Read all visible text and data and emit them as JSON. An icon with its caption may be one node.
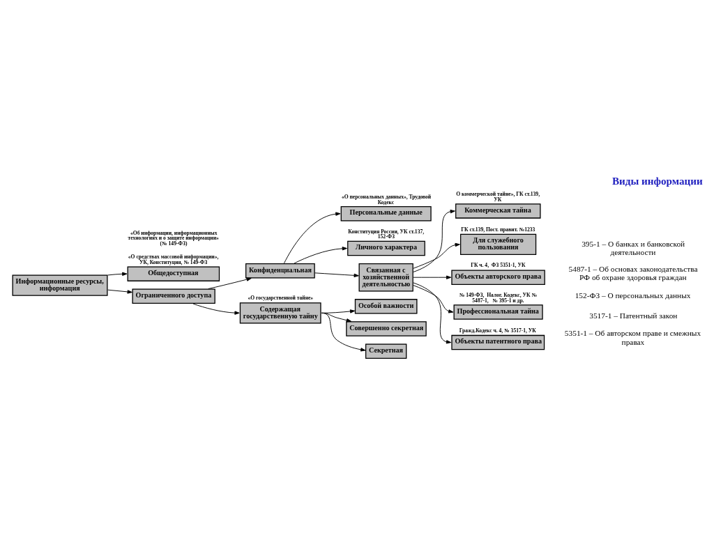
{
  "diagram": {
    "title": "Виды информации",
    "nodes": [
      {
        "text": [
          "Информационные ресурсы, информация"
        ]
      },
      {
        "text": [
          "Общедоступная"
        ],
        "beside": [
          "«О средствах массовой информации», УК, Конституция, № 149-ФЗ"
        ]
      },
      {
        "text": [
          "Ограниченного доступа"
        ]
      },
      {
        "text": [
          "Конфиденциальная"
        ]
      },
      {
        "text": [
          "Содержащая государственную тайну"
        ],
        "beside": [
          "«О государственной тайне»"
        ]
      },
      {
        "text": [
          "Персональные данные"
        ],
        "beside": [
          "«О персональных данных», Трудовой Кодекс"
        ]
      },
      {
        "text": [
          "Личного характера"
        ],
        "beside": [
          "Конституция России, УК ст.137, 152-ФЗ"
        ]
      },
      {
        "text": [
          "Особой важности"
        ]
      },
      {
        "text": [
          "Связанная с хозяйственной деятельностью"
        ]
      },
      {
        "text": [
          "Совершенно секретная"
        ]
      },
      {
        "text": [
          "Секретная"
        ]
      },
      {
        "text": [
          "Коммерческая тайна"
        ],
        "beside": [
          "О коммерческой тайне», ГК ст.139, УК"
        ]
      },
      {
        "text": [
          "Для служебного пользования"
        ],
        "beside": [
          "ГК ст.139, Пост. правит. №1233"
        ]
      },
      {
        "text": [
          "Объекты авторского права"
        ],
        "beside": [
          "ГК ч. 4,  ФЗ 5351-1, УК"
        ]
      },
      {
        "text": [
          "Профессиональная тайна"
        ],
        "beside": [
          "№ 149-ФЗ,  Налог. Кодекс, УК № 5487-1,   № 395-1 и др."
        ]
      },
      {
        "text": [
          "Объекты патентного права"
        ],
        "beside": [
          "Гражд.Кодекс ч. 4, № 3517-1, УК"
        ]
      }
    ],
    "edges": [
      {
        "from": 0,
        "to": 1,
        "arrow": "to"
      },
      {
        "from": 0,
        "to": 2,
        "arrow": "to"
      },
      {
        "from": 2,
        "to": 3,
        "arrow": "to"
      },
      {
        "from": 2,
        "to": 4,
        "arrow": "to"
      },
      {
        "from": 3,
        "to": 5,
        "arrow": "to"
      },
      {
        "from": 3,
        "to": 6,
        "arrow": "to"
      },
      {
        "from": 3,
        "to": 8,
        "arrow": "to"
      },
      {
        "from": 4,
        "to": 7,
        "arrow": "to"
      },
      {
        "from": 4,
        "to": 9,
        "arrow": "to"
      },
      {
        "from": 4,
        "to": 10,
        "arrow": "to"
      },
      {
        "from": 8,
        "to": 11,
        "arrow": "to"
      },
      {
        "from": 8,
        "to": 12,
        "arrow": "to"
      },
      {
        "from": 8,
        "to": 13,
        "arrow": "to"
      },
      {
        "from": 8,
        "to": 14,
        "arrow": "to"
      },
      {
        "from": 8,
        "to": 15,
        "arrow": "to"
      }
    ],
    "labels": [
      "«Об информации, информационных технологиях и о защите информации» (№ 149-ФЗ)",
      "5351-1 – Об авторском праве и смежных правах",
      "3517-1 – Патентный закон",
      "152-ФЗ – О персональных данных",
      "5487-1 – Об основах законодательства РФ об охране здоровья граждан",
      "395-1 – О банках и банковской деятельности"
    ]
  }
}
